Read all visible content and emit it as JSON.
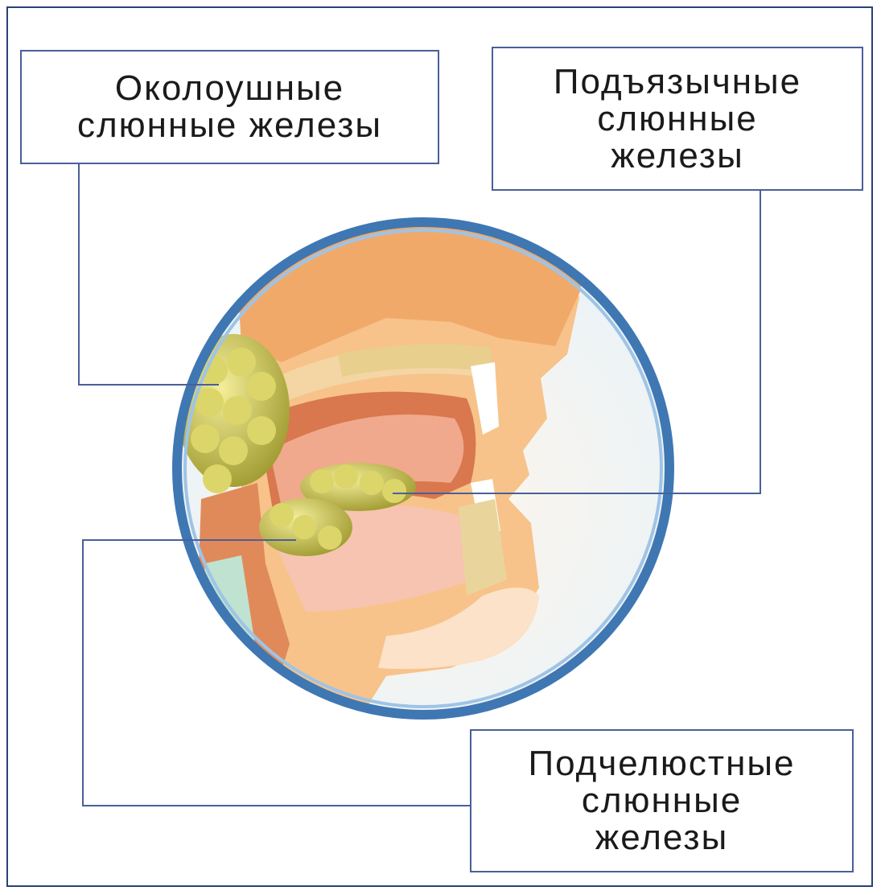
{
  "labels": {
    "parotid": [
      "Околоушные",
      "слюнные железы"
    ],
    "sublingual": [
      "Подъязычные",
      "слюнные",
      "железы"
    ],
    "submandibular": [
      "Подчелюстные",
      "слюнные",
      "железы"
    ]
  },
  "colors": {
    "border": "#2b3f7a",
    "circle_rim": "#3f77b3",
    "leader_lines": "#4a5f9a",
    "skin": "#f6b978",
    "gland": "#c9bf55"
  }
}
